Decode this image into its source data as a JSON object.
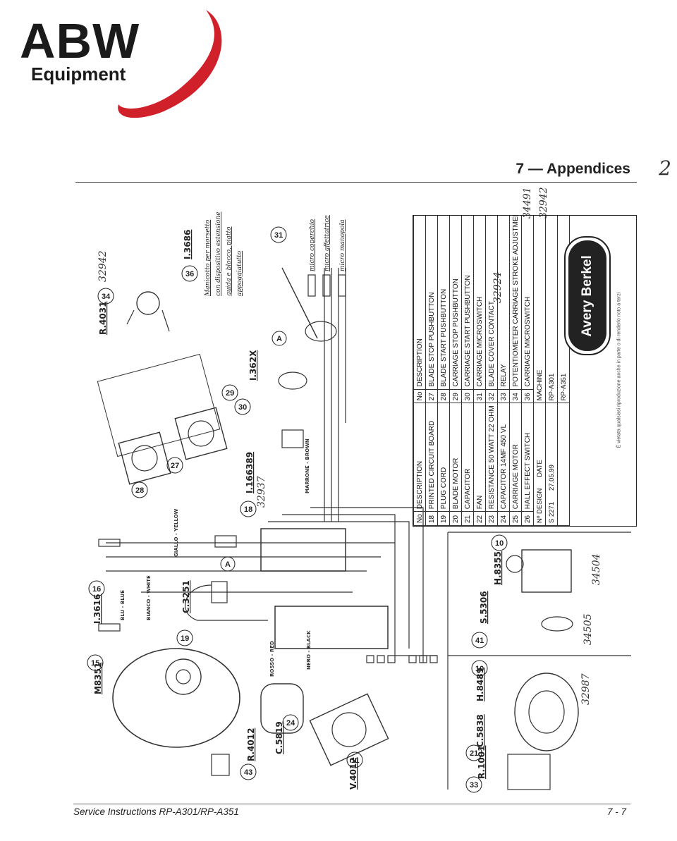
{
  "logo": {
    "main": "ABW",
    "sub": "Equipment",
    "ring_color": "#d0202a"
  },
  "header": {
    "title": "7 — Appendices",
    "handwritten_page": "2"
  },
  "footer": {
    "left": "Service Instructions RP-A301/RP-A351",
    "right": "7 - 7"
  },
  "table": {
    "col_no": "No",
    "col_desc": "DESCRIPTION",
    "left": [
      {
        "no": "18",
        "desc": "PRINTED CIRCUIT BOARD"
      },
      {
        "no": "19",
        "desc": "PLUG CORD"
      },
      {
        "no": "20",
        "desc": "BLADE MOTOR"
      },
      {
        "no": "21",
        "desc": "CAPACITOR"
      },
      {
        "no": "22",
        "desc": "FAN"
      },
      {
        "no": "23",
        "desc": "RESISTANCE 50 WATT 22 OHM"
      },
      {
        "no": "24",
        "desc": "CAPACITOR 14MF 450 VL"
      },
      {
        "no": "25",
        "desc": "CARRIAGE MOTOR"
      },
      {
        "no": "26",
        "desc": "HALL EFFECT SWITCH"
      }
    ],
    "right": [
      {
        "no": "27",
        "desc": "BLADE STOP PUSHBUTTON"
      },
      {
        "no": "28",
        "desc": "BLADE START PUSHBUTTON"
      },
      {
        "no": "29",
        "desc": "CARRIAGE STOP PUSHBUTTON"
      },
      {
        "no": "30",
        "desc": "CARRIAGE START PUSHBUTTON"
      },
      {
        "no": "31",
        "desc": "CARRIAGE MICROSWITCH"
      },
      {
        "no": "32",
        "desc": "BLADE COVER CONTACT"
      },
      {
        "no": "33",
        "desc": "RELAY"
      },
      {
        "no": "34",
        "desc": "POTENTIOMETER CARRIAGE STROKE ADJUSTMENT"
      },
      {
        "no": "36",
        "desc": "CARRIAGE MICROSWITCH"
      }
    ],
    "design_header": {
      "design": "Nº DESIGN",
      "date": "DATE",
      "machine": "MACHINE"
    },
    "design_values": {
      "design": "S 2271",
      "date": "27.05.99",
      "machine1": "RP-A301",
      "machine2": "RP-A351"
    },
    "brand": "Avery Berkel",
    "copyright": "È vietata qualsiasi riproduzione anche in parte o di renderlo noto a terzi"
  },
  "annotations": {
    "n1": "34491",
    "n2": "32942",
    "n3": "32924",
    "n4": "32942",
    "n5": "32937",
    "n6": "34504",
    "n7": "34505",
    "n8": "32987"
  },
  "parts_labels": {
    "m8351": "M8351",
    "i3616": "I.3616",
    "c3251": "C.3251",
    "c5819": "C.5819",
    "r4012": "R.4012",
    "v4012": "V.4012",
    "r4031": "R.4031",
    "i3686": "I.3686",
    "i1362": "I.362X",
    "i166389": "I.166389",
    "h8355": "H.8355",
    "s5306": "S.5306",
    "h8489": "H.8489",
    "c5838": "C.5838",
    "r1001": "R.1001"
  },
  "callouts": [
    "15",
    "16",
    "19",
    "24",
    "43",
    "11",
    "34",
    "36",
    "31",
    "18",
    "28",
    "27",
    "29",
    "30",
    "A",
    "A",
    "10",
    "41",
    "10",
    "21",
    "33"
  ],
  "wire_labels": [
    "MARRONE - BROWN",
    "BIANCO - WHITE",
    "NERO - BLACK",
    "ROSSO - RED",
    "BLU - BLUE",
    "GIALLO - YELLOW"
  ],
  "italian_notes": [
    "Manicotto per morsetto",
    "con dispositivo estensione",
    "guida e blocco, piatto",
    "appoggiatutto"
  ],
  "micro_notes": [
    "micro coperchio",
    "micro affettatrice",
    "micro manopola"
  ]
}
